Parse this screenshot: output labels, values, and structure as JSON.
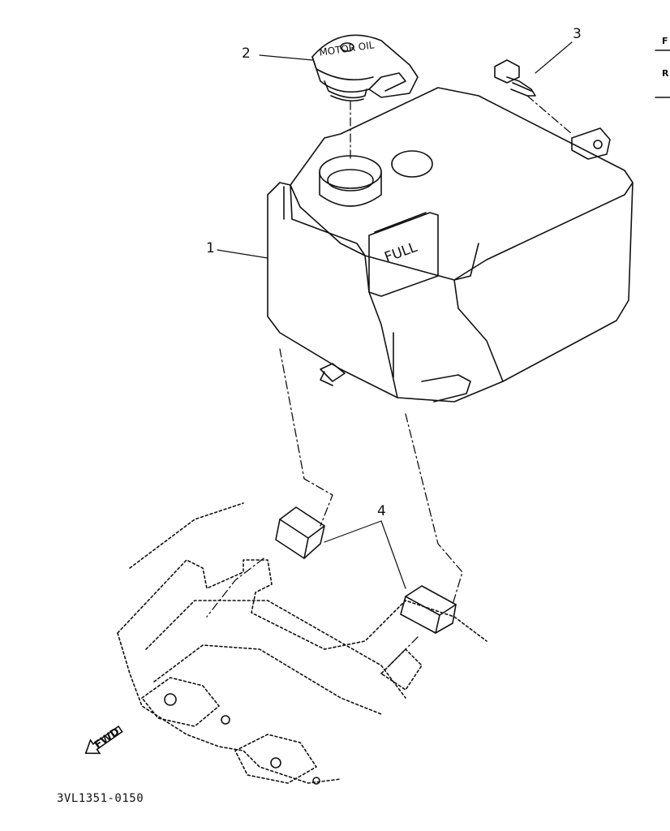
{
  "callouts": {
    "tank": "1",
    "cap": "2",
    "bolt": "3",
    "cushion": "4"
  },
  "labels": {
    "cap_text": "MOTOR OIL",
    "full_mark": "FULL",
    "fwd_arrow": "FWD",
    "diagram_code": "3VL1351-0150",
    "edge_top": "F",
    "edge_bottom": "R"
  },
  "colors": {
    "line": "#111111",
    "background": "#ffffff"
  },
  "icons": {
    "fwd": "forward-arrow-icon"
  }
}
